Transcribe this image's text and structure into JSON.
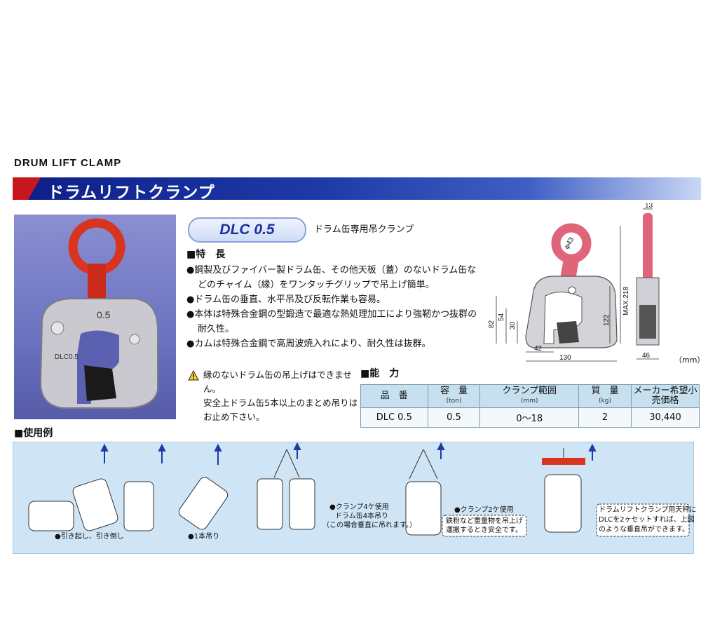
{
  "header": {
    "title_en": "DRUM LIFT CLAMP",
    "title_jp": "ドラムリフトクランプ"
  },
  "product": {
    "model": "DLC 0.5",
    "subtitle": "ドラム缶専用吊クランプ",
    "photo_marking": "0.5",
    "photo_label": "DLC0.5"
  },
  "features": {
    "heading": "■特　長",
    "items": [
      "●鋼製及びファイバー製ドラム缶、その他天板（蓋）のないドラム缶などのチャイム（縁）をワンタッチグリップで吊上げ簡単。",
      "●ドラム缶の垂直、水平吊及び反転作業も容易。",
      "●本体は特殊合金鋼の型鍛造で最適な熱処理加工により強靭かつ抜群の耐久性。",
      "●カムは特殊合金鋼で高周波焼入れにより、耐久性は抜群。"
    ]
  },
  "warning": {
    "line1": "縁のないドラム缶の吊上げはできません。",
    "line2": "安全上ドラム缶5本以上のまとめ吊りはお止め下さい。"
  },
  "capacity": {
    "heading": "■能　力",
    "columns": [
      {
        "label": "品　番",
        "unit": ""
      },
      {
        "label": "容　量",
        "unit": "(ton)"
      },
      {
        "label": "クランプ範囲",
        "unit": "(mm)"
      },
      {
        "label": "質　量",
        "unit": "(kg)"
      },
      {
        "label": "メーカー希望小売価格",
        "unit": ""
      }
    ],
    "rows": [
      [
        "DLC 0.5",
        "0.5",
        "0～18",
        "2",
        "30,440"
      ]
    ]
  },
  "dimensions": {
    "ring": "φ43",
    "thickness": "13",
    "height_max": "MAX.218",
    "h122": "122",
    "h82": "82",
    "h54": "54",
    "h30": "30",
    "w42": "42",
    "w130": "130",
    "w46": "46",
    "unit": "（mm）"
  },
  "usage": {
    "heading": "■使用例",
    "captions": [
      "●引き起し、引き倒し",
      "●1本吊り",
      "●クランプ4ケ使用",
      "ドラム缶4本吊り",
      "（この場合垂直に吊れます。）",
      "●クランプ2ケ使用",
      "鉄粉など重量物を吊上げ",
      "運搬するとき安全です。",
      "ドラムリフトクランプ用天秤に",
      "DLCを2ヶセットすれば、上図",
      "のような垂直吊ができます。"
    ]
  },
  "colors": {
    "banner": "#1e3aa8",
    "accent_red": "#c8161d",
    "usage_bg": "#cfe5f6",
    "table_head": "#c7e0ef"
  }
}
